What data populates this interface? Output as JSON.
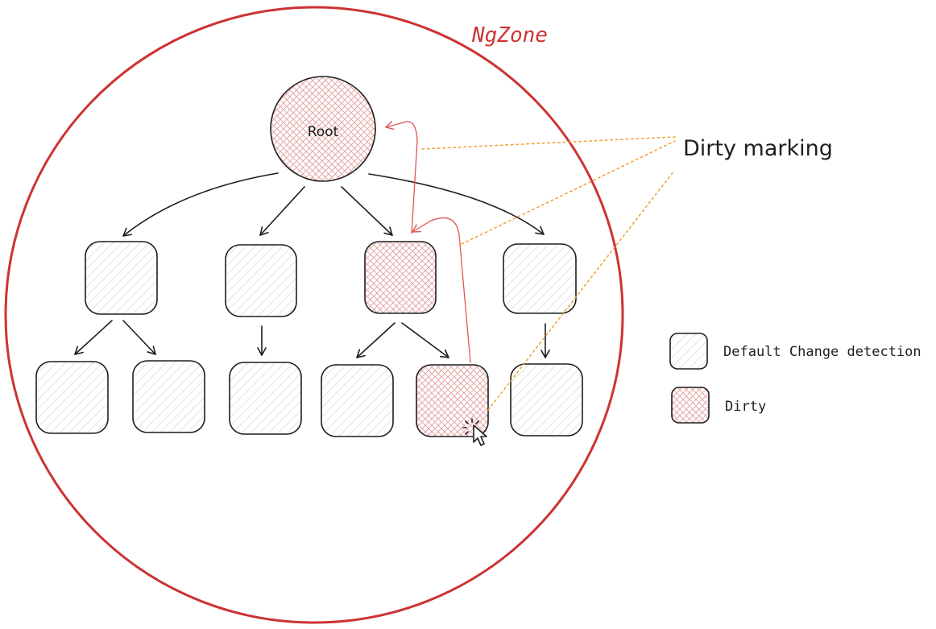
{
  "zone": {
    "label": "NgZone"
  },
  "tree": {
    "root_label": "Root"
  },
  "annotation": {
    "label": "Dirty marking"
  },
  "legend": {
    "items": [
      {
        "label": "Default Change detection",
        "kind": "default"
      },
      {
        "label": "Dirty",
        "kind": "dirty"
      }
    ]
  },
  "colors": {
    "zone": "#cc3333",
    "dirty_hatch": "#e7a7a7",
    "default_hatch": "#cfcfcf",
    "dirty_path": "#e05555",
    "dotted": "#f0a030",
    "stroke": "#1e1e1e"
  },
  "icons": {
    "pointer": "mouse-pointer-icon"
  }
}
